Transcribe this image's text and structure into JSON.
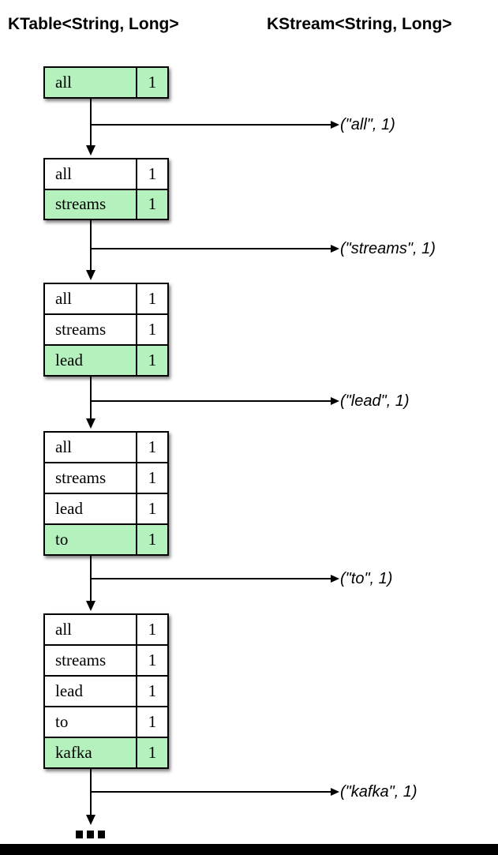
{
  "headers": {
    "ktable": "KTable<String, Long>",
    "kstream": "KStream<String, Long>"
  },
  "tables": [
    {
      "rows": [
        {
          "key": "all",
          "value": "1",
          "highlight": true
        }
      ]
    },
    {
      "rows": [
        {
          "key": "all",
          "value": "1"
        },
        {
          "key": "streams",
          "value": "1",
          "highlight": true
        }
      ]
    },
    {
      "rows": [
        {
          "key": "all",
          "value": "1"
        },
        {
          "key": "streams",
          "value": "1"
        },
        {
          "key": "lead",
          "value": "1",
          "highlight": true
        }
      ]
    },
    {
      "rows": [
        {
          "key": "all",
          "value": "1"
        },
        {
          "key": "streams",
          "value": "1"
        },
        {
          "key": "lead",
          "value": "1"
        },
        {
          "key": "to",
          "value": "1",
          "highlight": true
        }
      ]
    },
    {
      "rows": [
        {
          "key": "all",
          "value": "1"
        },
        {
          "key": "streams",
          "value": "1"
        },
        {
          "key": "lead",
          "value": "1"
        },
        {
          "key": "to",
          "value": "1"
        },
        {
          "key": "kafka",
          "value": "1",
          "highlight": true
        }
      ]
    }
  ],
  "stream_events": [
    {
      "label": "(\"all\", 1)"
    },
    {
      "label": "(\"streams\", 1)"
    },
    {
      "label": "(\"lead\", 1)"
    },
    {
      "label": "(\"to\", 1)"
    },
    {
      "label": "(\"kafka\", 1)"
    }
  ],
  "colors": {
    "highlight_green": "#b4f1bd",
    "line_black": "#000000"
  }
}
